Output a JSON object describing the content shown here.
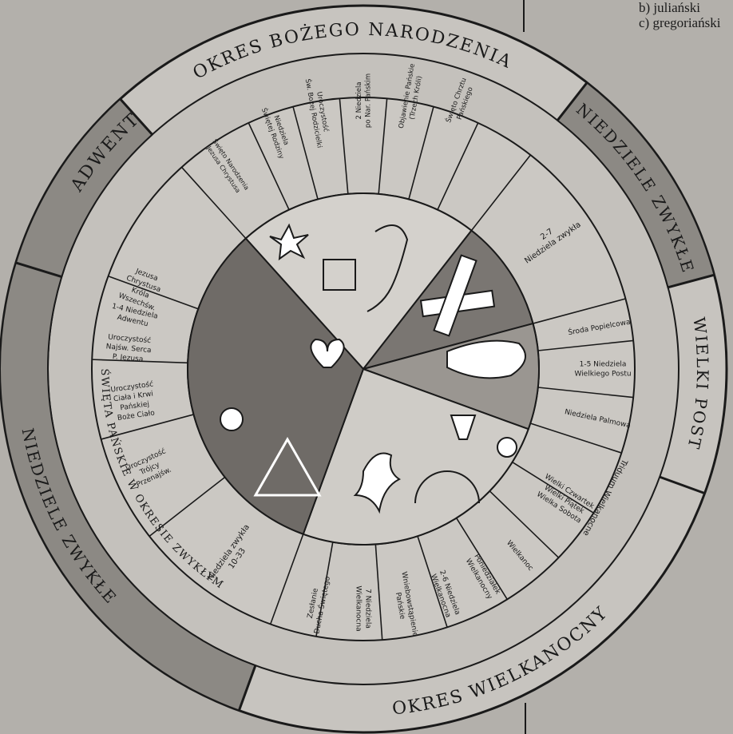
{
  "page_text": {
    "line_b": "b) juliański",
    "line_c": "c) gregoriański"
  },
  "colors": {
    "paper": "#b3b0ab",
    "ink": "#1a1a1a",
    "inner_disc": "#7a7672",
    "shaded_band": "#8c8984"
  },
  "periods": [
    {
      "id": "adwent",
      "label": "ADWENT"
    },
    {
      "id": "boze-narodzenie",
      "label": "OKRES BOŻEGO NARODZENIA"
    },
    {
      "id": "zwykle-1",
      "label": "NIEDZIELE ZWYKŁE"
    },
    {
      "id": "wielki-post",
      "label": "WIELKI POST"
    },
    {
      "id": "wielkanoc",
      "label": "OKRES WIELKANOCNY"
    },
    {
      "id": "zwykle-2",
      "label": "NIEDZIELE ZWYKŁE"
    }
  ],
  "middle_ring": {
    "label": "ŚWIĘTA PAŃSKIE W OKRESIE ZWYKŁYM"
  },
  "segments": [
    {
      "id": "adwent",
      "lines": [
        "1-4 Niedziela",
        "Adwentu"
      ]
    },
    {
      "id": "narodzenie",
      "lines": [
        "Święto Narodzenia",
        "Jezusa Chrystusa"
      ]
    },
    {
      "id": "rodzina",
      "lines": [
        "Niedziela",
        "Świętej Rodziny"
      ]
    },
    {
      "id": "boza-rodzicielka",
      "lines": [
        "Uroczystość",
        "Św. Bożej Rodzicielki"
      ]
    },
    {
      "id": "2-niedziela",
      "lines": [
        "2 Niedziela",
        "po Nar. Pańskim"
      ]
    },
    {
      "id": "objawienie",
      "lines": [
        "Objawienie Pańskie",
        "(Trzech Króli)"
      ]
    },
    {
      "id": "chrzest",
      "lines": [
        "Święto Chrztu",
        "Pańskiego"
      ]
    },
    {
      "id": "zwykla-2-7",
      "lines": [
        "2-7",
        "Niedziela zwykła"
      ]
    },
    {
      "id": "popielcowa",
      "lines": [
        "Środa Popielcowa"
      ]
    },
    {
      "id": "post-1-5",
      "lines": [
        "1-5 Niedziela",
        "Wielkiego Postu"
      ]
    },
    {
      "id": "palmowa",
      "lines": [
        "Niedziela Palmowa"
      ]
    },
    {
      "id": "triduum",
      "lines": [
        "Wielki Czwartek",
        "Wielki Piątek",
        "Wielka Sobota"
      ]
    },
    {
      "id": "wielkanoc",
      "lines": [
        "Wielkanoc"
      ]
    },
    {
      "id": "poniedzialek",
      "lines": [
        "Poniedziałek",
        "Wielkanocny"
      ]
    },
    {
      "id": "wielkanoc-2-6",
      "lines": [
        "2-6 Niedziela",
        "Wielkanocna"
      ]
    },
    {
      "id": "wniebowstapienie",
      "lines": [
        "Wniebowstąpienie",
        "Pańskie"
      ]
    },
    {
      "id": "wielkanoc-7",
      "lines": [
        "7 Niedziela",
        "Wielkanocna"
      ]
    },
    {
      "id": "zeslanie",
      "lines": [
        "Zesłanie",
        "Ducha Świętego"
      ]
    },
    {
      "id": "zwykla-10-33",
      "lines": [
        "Niedziela zwykła",
        "10-33"
      ]
    },
    {
      "id": "trojcy",
      "lines": [
        "Uroczystość",
        "Trójcy",
        "Przenajśw."
      ]
    },
    {
      "id": "ciala-krwi",
      "lines": [
        "Uroczystość",
        "Ciała i Krwi",
        "Pańskiej",
        "Boże Ciało"
      ]
    },
    {
      "id": "serca",
      "lines": [
        "Uroczystość",
        "Najśw. Serca",
        "P. Jezusa"
      ]
    },
    {
      "id": "krola",
      "lines": [
        "Jezusa",
        "Chrystusa",
        "Króla",
        "Wszechśw."
      ]
    }
  ],
  "side_labels": {
    "triduum": "Triduum Wielkanocne"
  }
}
